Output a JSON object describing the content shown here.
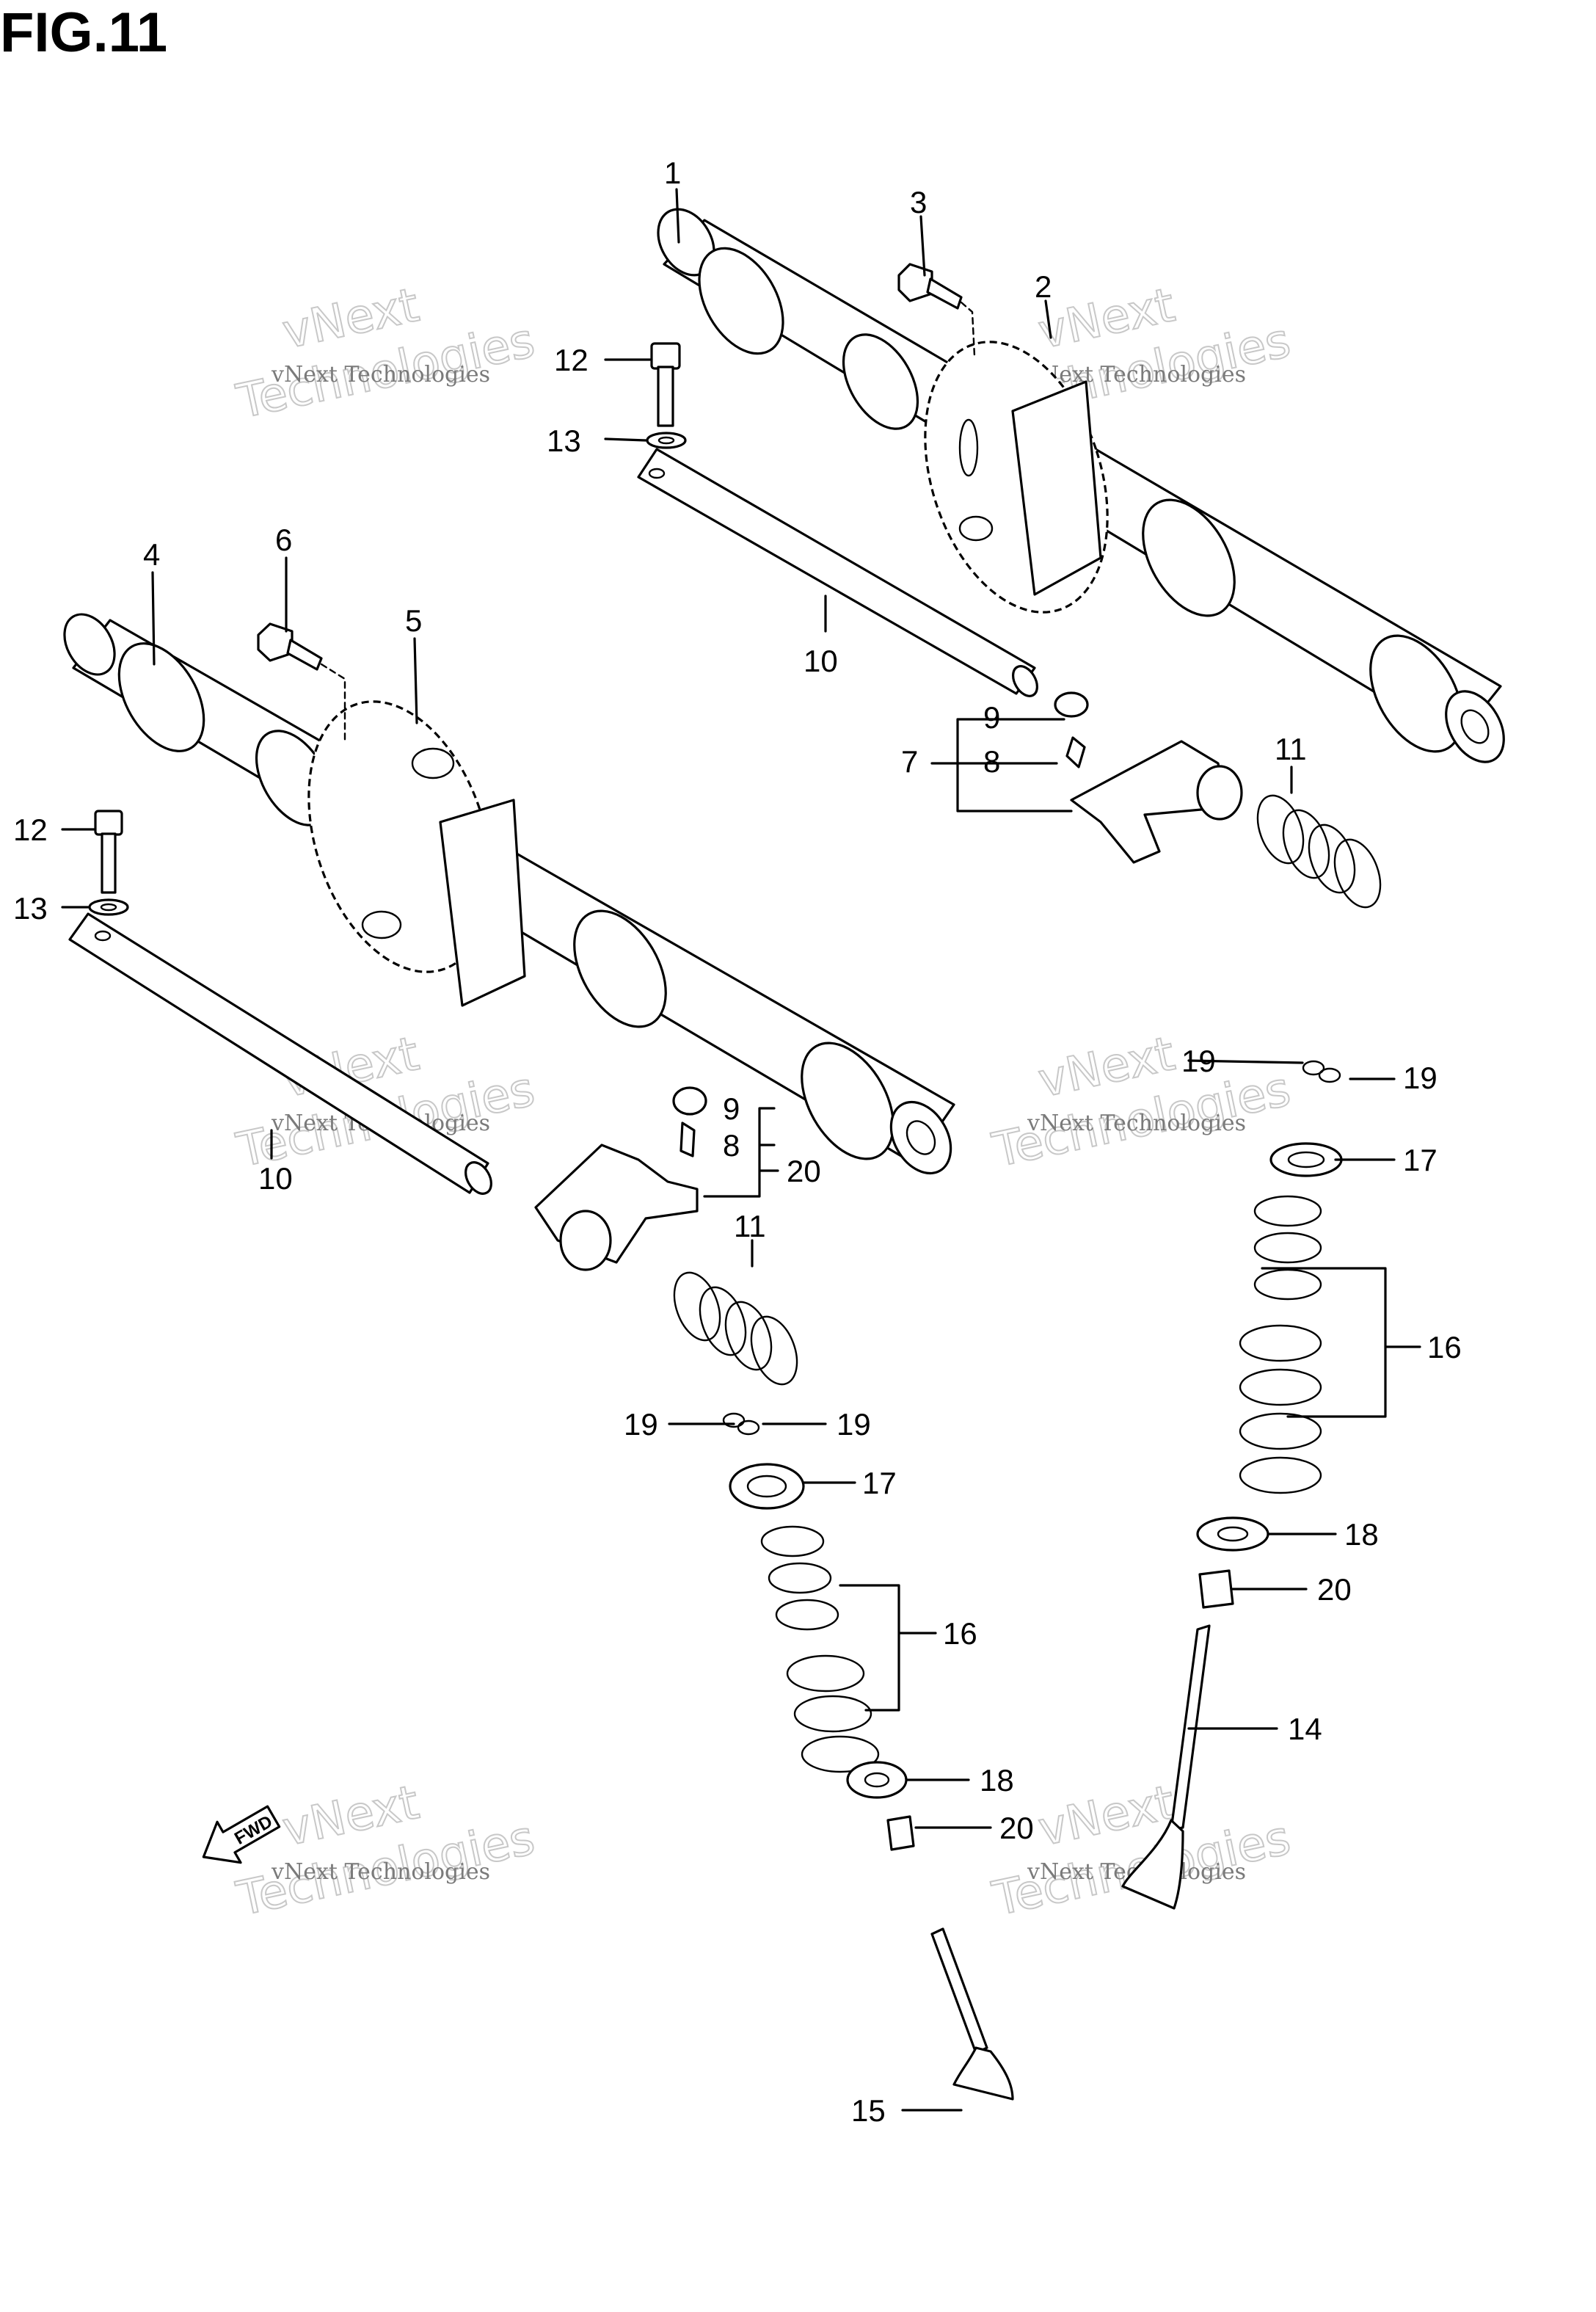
{
  "figure": {
    "title": "FIG.11"
  },
  "callouts": {
    "c1": "1",
    "c2": "2",
    "c3": "3",
    "c4": "4",
    "c5": "5",
    "c6": "6",
    "c7": "7",
    "c8a": "8",
    "c8b": "8",
    "c9a": "9",
    "c9b": "9",
    "c10a": "10",
    "c10b": "10",
    "c11a": "11",
    "c11b": "11",
    "c12a": "12",
    "c12b": "12",
    "c13a": "13",
    "c13b": "13",
    "c14": "14",
    "c15": "15",
    "c16a": "16",
    "c16b": "16",
    "c17a": "17",
    "c17b": "17",
    "c18a": "18",
    "c18b": "18",
    "c19a": "19",
    "c19b": "19",
    "c19c": "19",
    "c19d": "19",
    "c20a": "20",
    "c20b": "20",
    "c20c": "20"
  },
  "fwd_arrow": {
    "label": "FWD"
  },
  "watermark": {
    "line1": "vNext Technologies",
    "line2": "vNext",
    "line3": "Technologies"
  },
  "colors": {
    "ink": "#000000",
    "watermark": "#c8c8c8",
    "background": "#ffffff"
  }
}
